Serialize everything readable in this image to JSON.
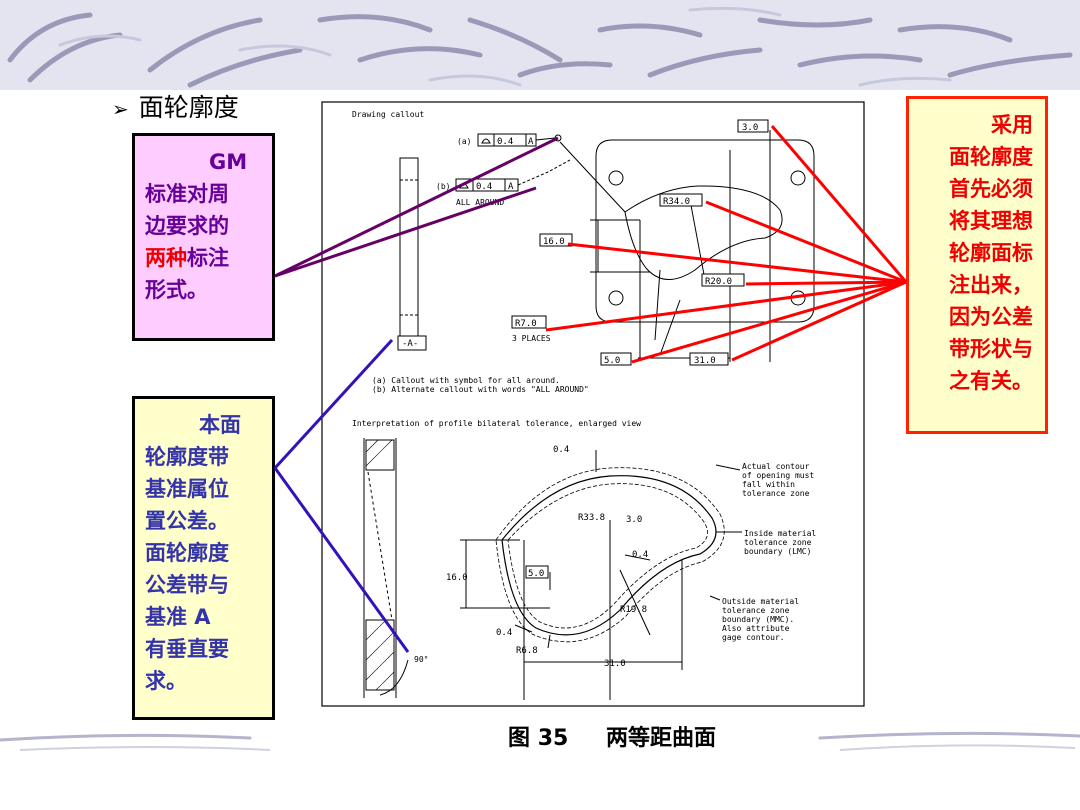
{
  "slide": {
    "title": "面轮廓度",
    "caption_prefix": "图",
    "caption_number": "35",
    "caption_text": "两等距曲面"
  },
  "boxes": {
    "gm": {
      "line1": "GM",
      "line2": "标准对周",
      "line3": "边要求的",
      "line4_red": "两种",
      "line4_rest": "标注",
      "line5": "形式。"
    },
    "datum": {
      "lines": [
        "本面",
        "轮廓度带",
        "基准属位",
        "置公差。",
        "面轮廓度",
        "公差带与",
        "基准 A",
        "有垂直要",
        "求。"
      ]
    },
    "right": {
      "lines": [
        "采用",
        "面轮廓度",
        "首先必须",
        "将其理想",
        "轮廓面标",
        "注出来，",
        "因为公差",
        "带形状与",
        "之有关。"
      ]
    }
  },
  "drawing": {
    "header": "Drawing callout",
    "callout_a_label": "(a)",
    "callout_a_tol": "0.4",
    "callout_a_datum": "A",
    "callout_b_label": "(b)",
    "callout_b_tol": "0.4",
    "callout_b_datum": "A",
    "all_around": "ALL AROUND",
    "dims": {
      "d3": "3.0",
      "r34": "R34.0",
      "d16": "16.0",
      "r20": "R20.0",
      "r7": "R7.0",
      "places": "3 PLACES",
      "d5": "5.0",
      "d31": "31.0",
      "datum_a": "-A-"
    },
    "notes": {
      "a": "(a) Callout with symbol for all around.",
      "b": "(b) Alternate callout with words \"ALL AROUND\""
    },
    "interp_header": "Interpretation of profile bilateral tolerance, enlarged view",
    "interp": {
      "t04_top": "0.4",
      "r338": "R33.8",
      "t30": "3.0",
      "t04_mid": "0.4",
      "t160": "16.0",
      "t50": "5.0",
      "r198": "R19.8",
      "t04_bot": "0.4",
      "r68": "R6.8",
      "t310": "31.0",
      "angle": "90°",
      "actual": [
        "Actual contour",
        "of opening must",
        "fall within",
        "tolerance zone"
      ],
      "inside": [
        "Inside material",
        "tolerance zone",
        "boundary (LMC)"
      ],
      "outside": [
        "Outside material",
        "tolerance zone",
        "boundary (MMC).",
        "Also attribute",
        "gage contour."
      ]
    }
  },
  "colors": {
    "gm_box": "#ffccff",
    "datum_box": "#ffffcc",
    "right_box": "#ffffcc",
    "leader_red": "#ff0000",
    "leader_purple": "#660066",
    "leader_blue": "#3311bb"
  }
}
